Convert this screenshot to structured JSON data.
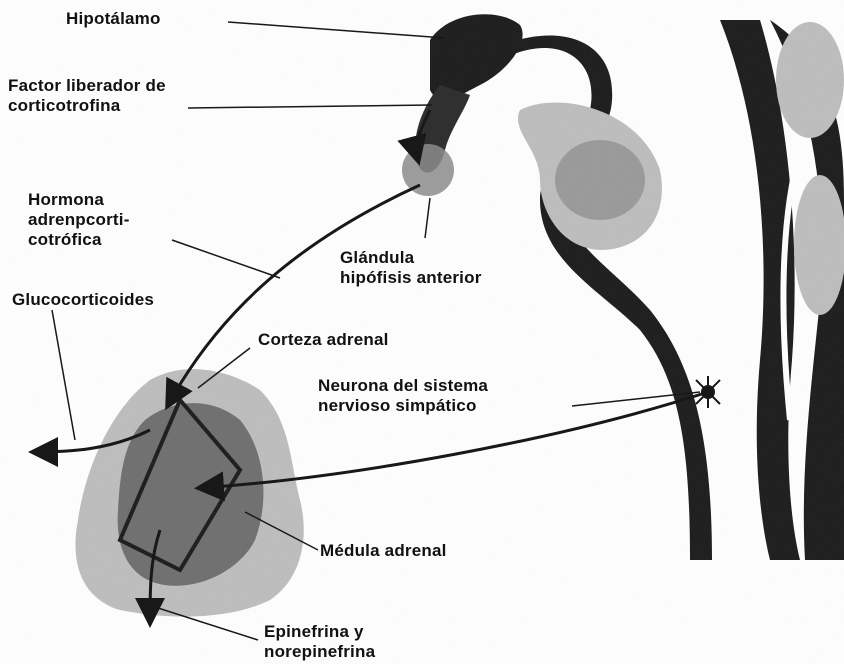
{
  "labels": {
    "hipotalamo": "Hipotálamo",
    "factor_line1": "Factor liberador de",
    "factor_line2": "corticotrofina",
    "hormona_line1": "Hormona",
    "hormona_line2": "adrenpcorti-",
    "hormona_line3": "cotrófica",
    "glucocorticoides": "Glucocorticoides",
    "glandula_line1": "Glándula",
    "glandula_line2": "hipófisis anterior",
    "corteza": "Corteza adrenal",
    "neurona_line1": "Neurona del sistema",
    "neurona_line2": "nervioso simpático",
    "medula": "Médula adrenal",
    "epinefrina_line1": "Epinefrina y",
    "epinefrina_line2": "norepinefrina"
  },
  "colors": {
    "ink": "#111111",
    "shade_dark": "#1a1a1a",
    "shade_mid": "#8a8a8a",
    "shade_light": "#bdbdbd",
    "background": "#ffffff"
  }
}
